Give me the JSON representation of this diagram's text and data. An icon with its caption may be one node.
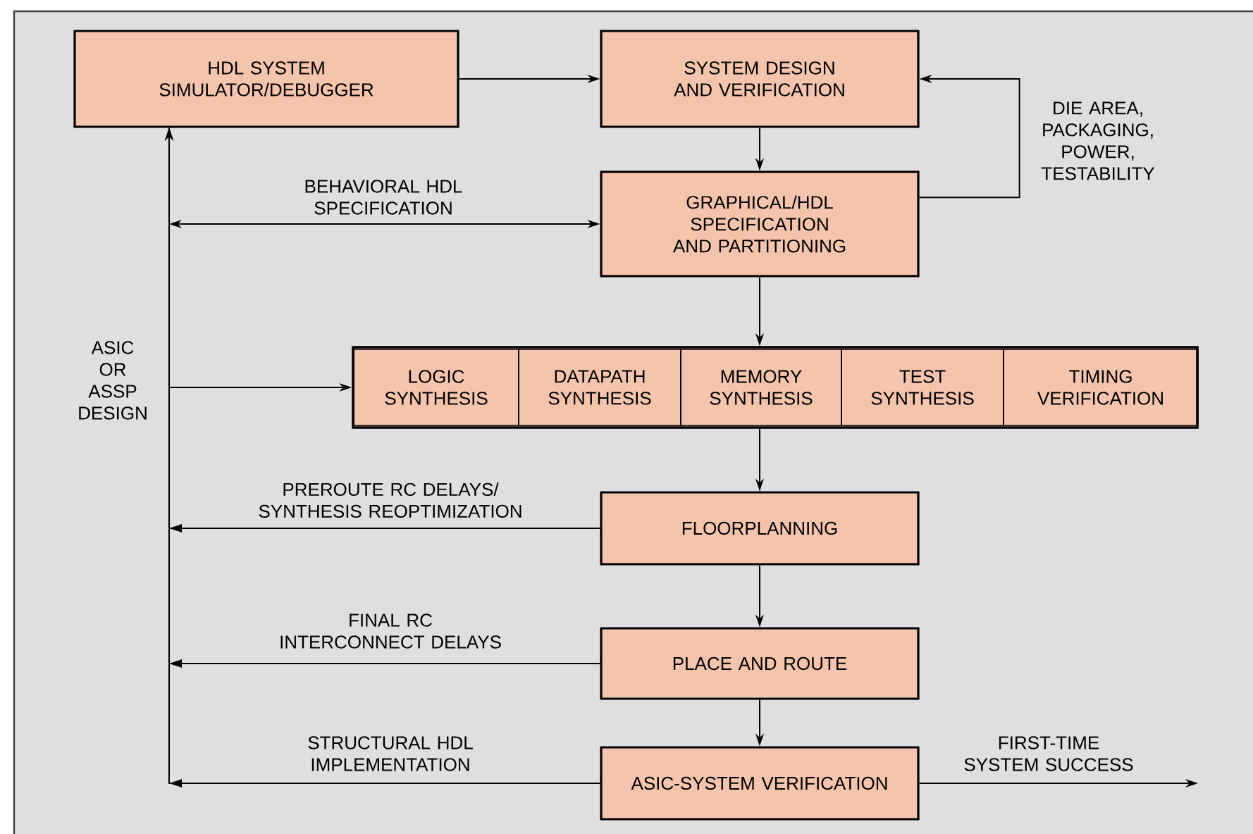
{
  "diagram": {
    "nodes": [
      {
        "text": [
          "HDL SYSTEM SIMULATOR/DEBUGGER"
        ]
      },
      {
        "text": [
          "SYSTEM DESIGN AND VERIFICATION"
        ]
      },
      {
        "text": [
          "GRAPHICAL/HDL SPECIFICATION AND PARTITIONING"
        ]
      },
      {
        "text": [],
        "shape": "box"
      },
      {
        "text": [
          "LOGIC SYNTHESIS"
        ],
        "in": 3
      },
      {
        "text": [
          "DATAPATH SYNTHESIS"
        ],
        "in": 3
      },
      {
        "text": [
          "MEMORY SYNTHESIS"
        ],
        "in": 3
      },
      {
        "text": [
          "TEST SYNTHESIS"
        ],
        "in": 3
      },
      {
        "text": [
          "TIMING VERIFICATION"
        ],
        "in": 3
      },
      {
        "text": [
          "FLOORPLANNING"
        ]
      },
      {
        "text": [
          "PLACE AND ROUTE"
        ]
      },
      {
        "text": [
          "ASIC-SYSTEM VERIFICATION"
        ]
      }
    ],
    "edges": [
      {
        "from": 0,
        "to": 1,
        "arrow": "to"
      },
      {
        "from": 1,
        "to": 2,
        "arrow": "to"
      },
      {
        "from": 2,
        "to": 1,
        "arrow": "to",
        "label": "DIE AREA, PACKAGING, POWER, TESTABILITY"
      },
      {
        "from": null,
        "to": 2,
        "arrow": "both",
        "label": "BEHAVIORAL HDL SPECIFICATION"
      },
      {
        "from": 0,
        "to": 3,
        "arrow": "to",
        "label": "ASIC OR ASSP DESIGN"
      },
      {
        "from": 2,
        "to": 3,
        "arrow": "to"
      },
      {
        "from": 3,
        "to": 9,
        "arrow": "to"
      },
      {
        "from": 9,
        "to": 10,
        "arrow": "to"
      },
      {
        "from": 10,
        "to": 11,
        "arrow": "to"
      },
      {
        "from": 9,
        "to": 0,
        "arrow": "to",
        "label": "PREROUTE RC DELAYS/ SYNTHESIS REOPTIMIZATION"
      },
      {
        "from": 10,
        "to": 0,
        "arrow": "to",
        "label": "FINAL RC INTERCONNECT DELAYS"
      },
      {
        "from": 11,
        "to": 0,
        "arrow": "to",
        "label": "STRUCTURAL HDL IMPLEMENTATION"
      },
      {
        "from": 11,
        "to": null,
        "arrow": "to",
        "label": "FIRST-TIME SYSTEM SUCCESS"
      }
    ]
  }
}
